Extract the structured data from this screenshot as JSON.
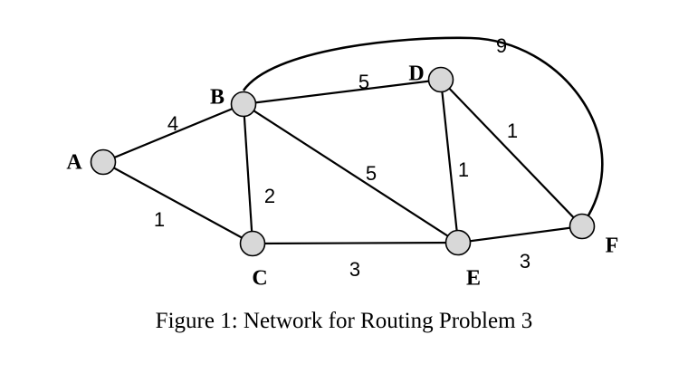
{
  "diagram": {
    "nodes": [
      {
        "id": "A",
        "label": "A"
      },
      {
        "id": "B",
        "label": "B"
      },
      {
        "id": "C",
        "label": "C"
      },
      {
        "id": "D",
        "label": "D"
      },
      {
        "id": "E",
        "label": "E"
      },
      {
        "id": "F",
        "label": "F"
      }
    ],
    "edges": [
      {
        "from": "A",
        "to": "B",
        "weight": "4"
      },
      {
        "from": "A",
        "to": "C",
        "weight": "1"
      },
      {
        "from": "B",
        "to": "C",
        "weight": "2"
      },
      {
        "from": "B",
        "to": "D",
        "weight": "5"
      },
      {
        "from": "B",
        "to": "E",
        "weight": "5"
      },
      {
        "from": "B",
        "to": "F",
        "weight": "9"
      },
      {
        "from": "C",
        "to": "E",
        "weight": "3"
      },
      {
        "from": "D",
        "to": "E",
        "weight": "1"
      },
      {
        "from": "D",
        "to": "F",
        "weight": "1"
      },
      {
        "from": "E",
        "to": "F",
        "weight": "3"
      }
    ]
  },
  "caption": "Figure 1: Network for Routing Problem 3",
  "colors": {
    "node_fill": "#d8d8d8",
    "stroke": "#000000"
  }
}
